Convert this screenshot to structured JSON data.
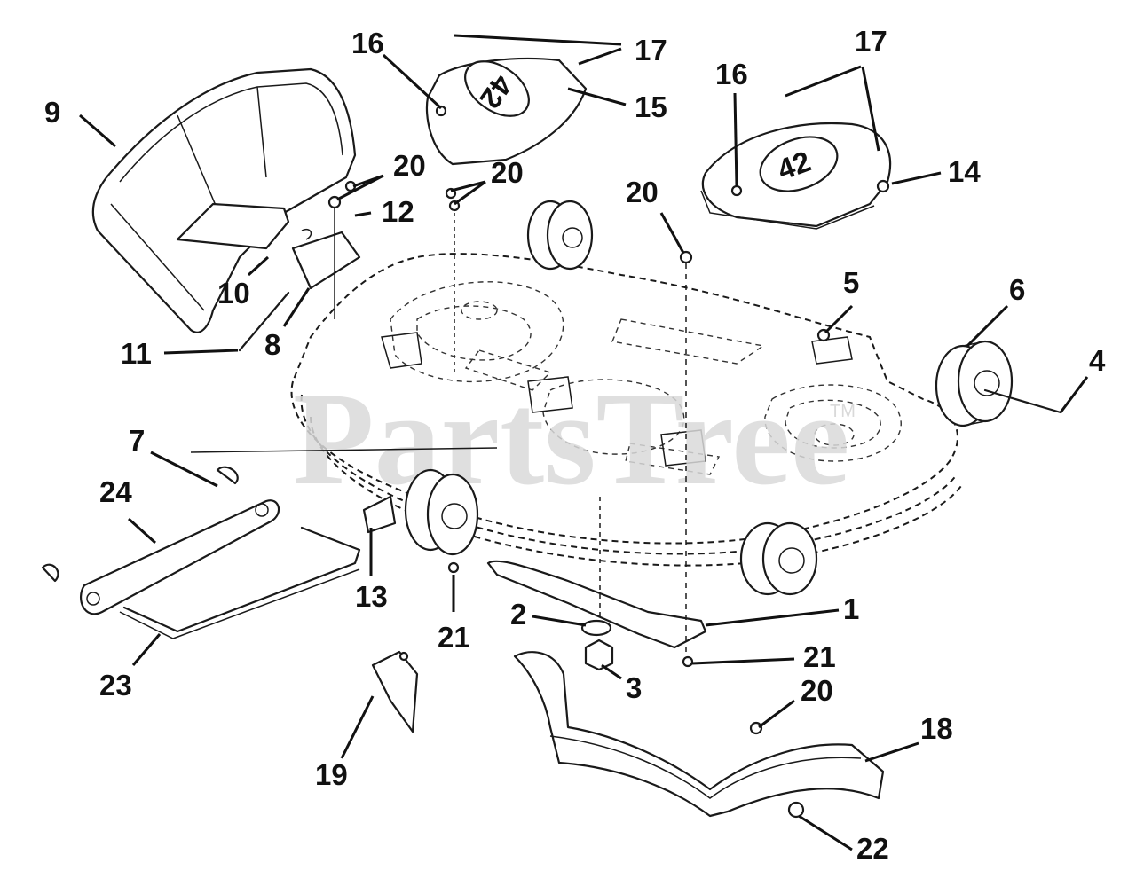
{
  "watermark": {
    "text": "PartsTree",
    "mark": "TM"
  },
  "deck_badge": {
    "text": "42"
  },
  "callouts": [
    {
      "id": "c1",
      "label": "1"
    },
    {
      "id": "c2",
      "label": "2"
    },
    {
      "id": "c3",
      "label": "3"
    },
    {
      "id": "c4",
      "label": "4"
    },
    {
      "id": "c5",
      "label": "5"
    },
    {
      "id": "c6",
      "label": "6"
    },
    {
      "id": "c7",
      "label": "7"
    },
    {
      "id": "c8",
      "label": "8"
    },
    {
      "id": "c9",
      "label": "9"
    },
    {
      "id": "c10",
      "label": "10"
    },
    {
      "id": "c11",
      "label": "11"
    },
    {
      "id": "c12",
      "label": "12"
    },
    {
      "id": "c13",
      "label": "13"
    },
    {
      "id": "c14",
      "label": "14"
    },
    {
      "id": "c15",
      "label": "15"
    },
    {
      "id": "c16a",
      "label": "16"
    },
    {
      "id": "c16b",
      "label": "16"
    },
    {
      "id": "c17a",
      "label": "17"
    },
    {
      "id": "c17b",
      "label": "17"
    },
    {
      "id": "c18",
      "label": "18"
    },
    {
      "id": "c19",
      "label": "19"
    },
    {
      "id": "c20a",
      "label": "20"
    },
    {
      "id": "c20b",
      "label": "20"
    },
    {
      "id": "c20c",
      "label": "20"
    },
    {
      "id": "c20d",
      "label": "20"
    },
    {
      "id": "c21a",
      "label": "21"
    },
    {
      "id": "c21b",
      "label": "21"
    },
    {
      "id": "c22",
      "label": "22"
    },
    {
      "id": "c23",
      "label": "23"
    },
    {
      "id": "c24",
      "label": "24"
    }
  ]
}
